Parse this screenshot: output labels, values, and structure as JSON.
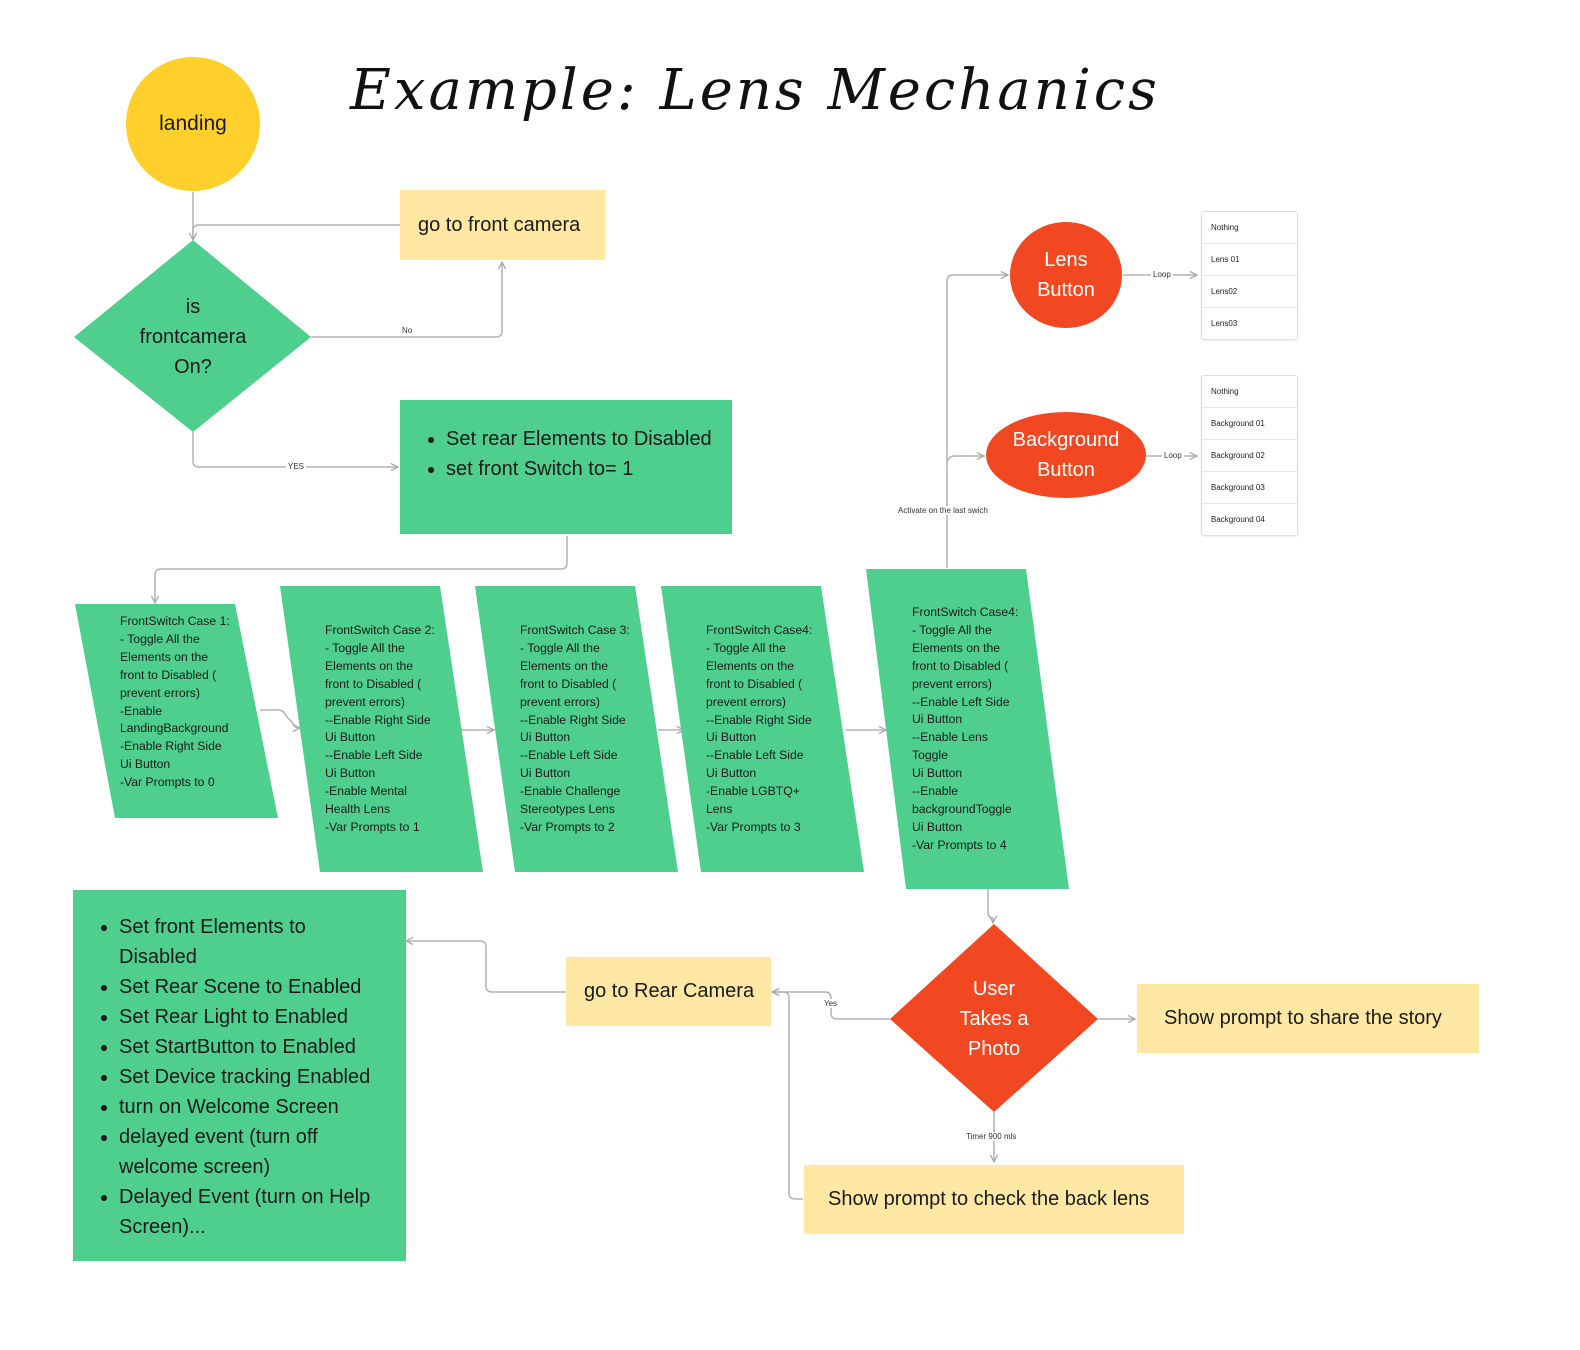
{
  "title": "Example: Lens Mechanics",
  "landing": "landing",
  "go_front_camera": "go to front camera",
  "is_frontcamera": [
    "is",
    "frontcamera",
    "On?"
  ],
  "rear_disabled_box": [
    "Set rear Elements to Disabled",
    "set front Switch to= 1"
  ],
  "edges": {
    "no": "No",
    "yes_upper": "YES",
    "loop_lens": "Loop",
    "loop_bg": "Loop",
    "activate": "Activate on the last swich",
    "yes_lower": "Yes",
    "timer": "Timer 900 mls"
  },
  "lens_button": [
    "Lens",
    "Button"
  ],
  "background_button": [
    "Background",
    "Button"
  ],
  "lens_options": [
    "Nothing",
    "Lens 01",
    "Lens02",
    "Lens03"
  ],
  "background_options": [
    "Nothing",
    "Background 01",
    "Background 02",
    "Background 03",
    "Background 04"
  ],
  "cases": [
    "FrontSwitch Case 1:\n- Toggle All the\nElements on the\nfront to Disabled (\nprevent errors)\n-Enable\nLandingBackground\n-Enable Right Side\nUi Button\n-Var Prompts to 0",
    "FrontSwitch Case 2:\n- Toggle All the\nElements on the\nfront to Disabled (\nprevent errors)\n--Enable Right Side\nUi Button\n--Enable Left Side\nUi Button\n-Enable Mental\nHealth Lens\n-Var Prompts to 1",
    "FrontSwitch Case 3:\n- Toggle All the\nElements on the\nfront to Disabled (\nprevent errors)\n--Enable Right Side\nUi Button\n--Enable Left Side\nUi Button\n-Enable Challenge\nStereotypes Lens\n-Var Prompts to 2",
    "FrontSwitch Case4:\n- Toggle All the\nElements on the\nfront to Disabled (\nprevent errors)\n--Enable Right Side\nUi Button\n--Enable Left Side\nUi Button\n-Enable LGBTQ+\nLens\n-Var Prompts to 3",
    "FrontSwitch Case4:\n- Toggle All the\nElements on the\nfront to Disabled (\nprevent errors)\n--Enable Left Side\nUi Button\n--Enable Lens\nToggle\n Ui Button\n--Enable\nbackgroundToggle\nUi Button\n-Var Prompts to 4"
  ],
  "user_takes_photo": [
    "User",
    "Takes a",
    "Photo"
  ],
  "share_prompt": "Show prompt to share the story",
  "back_lens_prompt": "Show prompt to check the back lens",
  "go_rear_camera": "go to Rear Camera",
  "front_disabled_box": [
    "Set front Elements to Disabled",
    "Set Rear Scene to Enabled",
    "Set Rear Light to Enabled",
    "Set StartButton to Enabled",
    "Set Device tracking Enabled",
    "turn on Welcome Screen",
    "delayed event (turn off welcome screen)",
    "Delayed Event (turn on Help Screen)..."
  ],
  "colors": {
    "green": "#4ecf8d",
    "yellow": "#ffe8a3",
    "red": "#f24822",
    "gold": "#ffd02b",
    "wire": "#b3b3b3"
  }
}
